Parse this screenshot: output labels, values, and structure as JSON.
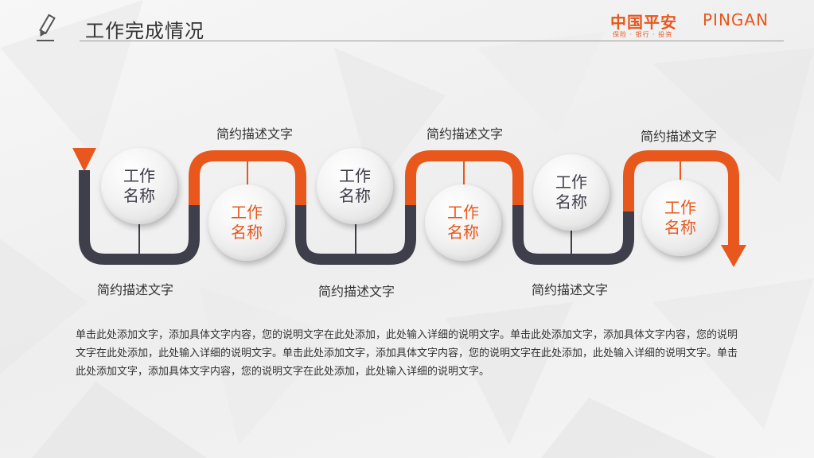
{
  "header": {
    "title": "工作完成情况",
    "logo_cn": "中国平安",
    "logo_en": "PINGAN",
    "logo_sub": "保险 · 银行 · 投资"
  },
  "steps": [
    {
      "name_line1": "工作",
      "name_line2": "名称",
      "desc": "简约描述文字"
    },
    {
      "name_line1": "工作",
      "name_line2": "名称",
      "desc": "简约描述文字"
    },
    {
      "name_line1": "工作",
      "name_line2": "名称",
      "desc": "简约描述文字"
    },
    {
      "name_line1": "工作",
      "name_line2": "名称",
      "desc": "简约描述文字"
    },
    {
      "name_line1": "工作",
      "name_line2": "名称",
      "desc": "简约描述文字"
    },
    {
      "name_line1": "工作",
      "name_line2": "名称",
      "desc": "简约描述文字"
    }
  ],
  "body": {
    "paragraph": "单击此处添加文字，添加具体文字内容，您的说明文字在此处添加，此处输入详细的说明文字。单击此处添加文字，添加具体文字内容，您的说明文字在此处添加，此处输入详细的说明文字。单击此处添加文字，添加具体文字内容，您的说明文字在此处添加，此处输入详细的说明文字。单击此处添加文字，添加具体文字内容，您的说明文字在此处添加，此处输入详细的说明文字。"
  },
  "colors": {
    "accent": "#e8571c",
    "dark": "#3f3e4b",
    "text": "#333333"
  }
}
